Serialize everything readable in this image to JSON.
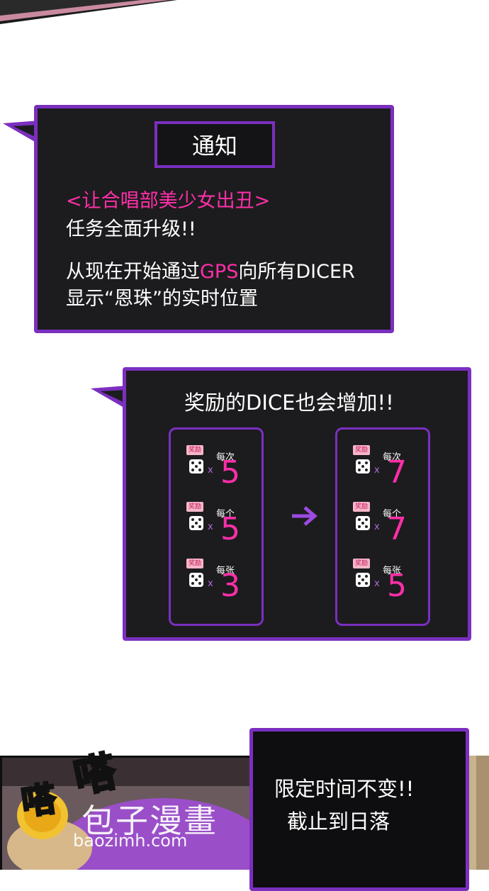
{
  "notice": {
    "title": "通知",
    "line1": "<让合唱部美少女出丑>",
    "line2": "任务全面升级!!",
    "line3_pre": "从现在开始通过",
    "line3_highlight": "GPS",
    "line3_post": "向所有DICER",
    "line4": "显示“恩珠”的实时位置"
  },
  "reward": {
    "headline": "奖励的DICE也会增加!!",
    "tag_label": "奖励",
    "times_symbol": "x",
    "before": [
      {
        "label": "每次",
        "value": "5"
      },
      {
        "label": "每个",
        "value": "5"
      },
      {
        "label": "每张",
        "value": "3"
      }
    ],
    "after": [
      {
        "label": "每次",
        "value": "7"
      },
      {
        "label": "每个",
        "value": "7"
      },
      {
        "label": "每张",
        "value": "5"
      }
    ]
  },
  "deadline": {
    "line1": "限定时间不变!!",
    "line2": "截止到日落"
  },
  "sfx": {
    "text1": "嗒",
    "text2": "嗒"
  },
  "watermark": {
    "cn": "包子漫畫",
    "url": "baozimh.com"
  },
  "colors": {
    "accent": "#7b2fbf",
    "highlight": "#ff2fa8",
    "box_bg": "#1c1c1e"
  }
}
